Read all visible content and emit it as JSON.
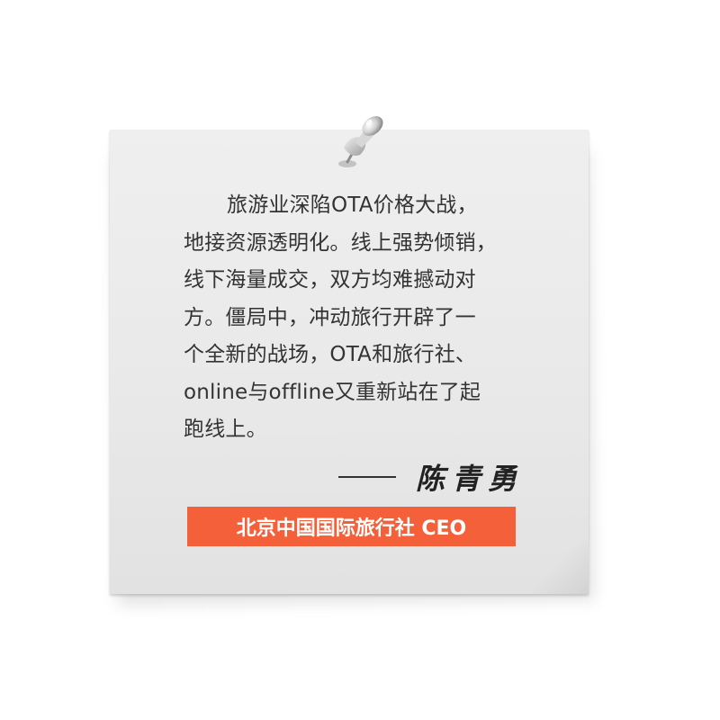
{
  "quote": {
    "lines": [
      "旅游业深陷OTA价格大战，",
      "地接资源透明化。线上强势倾销，",
      "线下海量成交，双方均难撼动对",
      "方。僵局中，冲动旅行开辟了一",
      "个全新的战场，OTA和旅行社、",
      "online与offline又重新站在了起",
      "跑线上。"
    ]
  },
  "signature": {
    "dash": "——",
    "name": "陈青勇"
  },
  "title_band": {
    "text": "北京中国国际旅行社 CEO",
    "color": "#f4603a"
  },
  "icons": [
    "push-pin-icon"
  ]
}
